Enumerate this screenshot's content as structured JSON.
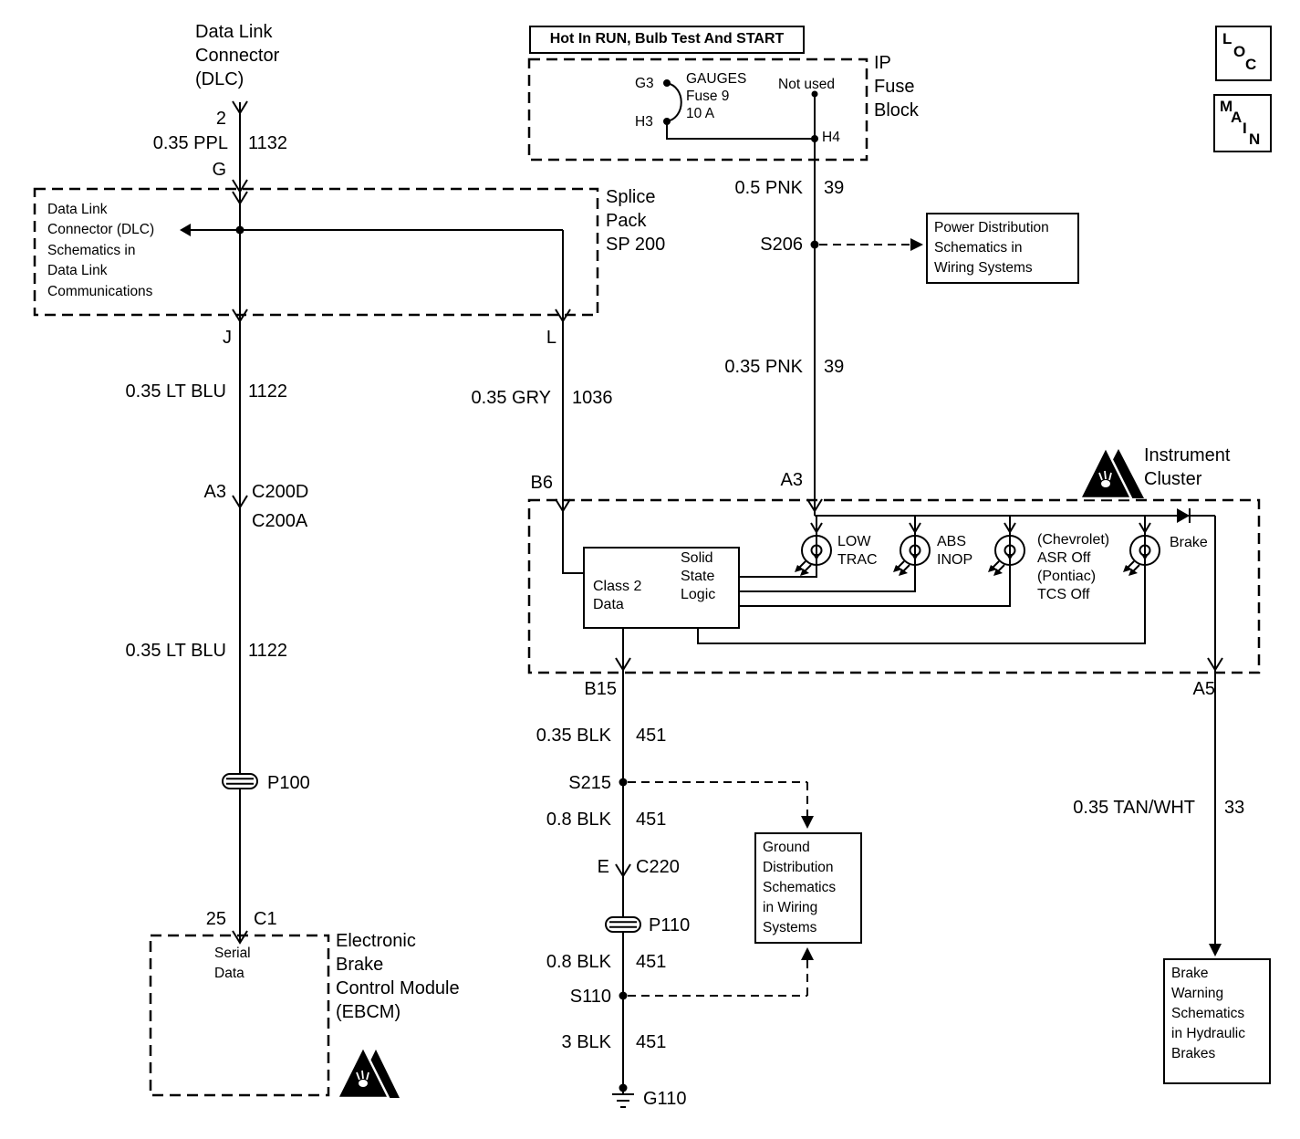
{
  "nav": {
    "loc": [
      "L",
      "O",
      "C"
    ],
    "main": [
      "M",
      "A",
      "I",
      "N"
    ]
  },
  "dlc": {
    "title": "Data Link\nConnector\n(DLC)",
    "pin_2": "2",
    "pin_g": "G",
    "wire_label": "0.35 PPL",
    "wire_circuit": "1132"
  },
  "splice_pack": {
    "note": "Data Link\nConnector (DLC)\nSchematics in\nData Link\nCommunications",
    "label": "Splice\nPack\nSP 200",
    "pin_j": "J",
    "pin_l": "L"
  },
  "fuse_block": {
    "header": "Hot In RUN, Bulb Test And START",
    "label": "IP\nFuse\nBlock",
    "pin_g3": "G3",
    "pin_h3": "H3",
    "pin_h4": "H4",
    "fuse_line1": "GAUGES",
    "fuse_line2": "Fuse 9",
    "fuse_line3": "10 A",
    "not_used": "Not used"
  },
  "wires": {
    "pnk05": {
      "label": "0.5 PNK",
      "circuit": "39"
    },
    "pnk035": {
      "label": "0.35 PNK",
      "circuit": "39"
    },
    "ltblu1": {
      "label": "0.35 LT BLU",
      "circuit": "1122"
    },
    "ltblu2": {
      "label": "0.35 LT BLU",
      "circuit": "1122"
    },
    "gry": {
      "label": "0.35 GRY",
      "circuit": "1036"
    },
    "blk035": {
      "label": "0.35 BLK",
      "circuit": "451"
    },
    "blk08a": {
      "label": "0.8 BLK",
      "circuit": "451"
    },
    "blk08b": {
      "label": "0.8 BLK",
      "circuit": "451"
    },
    "blk3": {
      "label": "3 BLK",
      "circuit": "451"
    },
    "tanwht": {
      "label": "0.35 TAN/WHT",
      "circuit": "33"
    }
  },
  "splices": {
    "s206": "S206",
    "s215": "S215",
    "s110": "S110"
  },
  "grommets": {
    "p100": "P100",
    "p110": "P110"
  },
  "connectors": {
    "c200_pin": "A3",
    "c200d": "C200D",
    "c200a": "C200A",
    "c220_pin": "E",
    "c220": "C220",
    "c1_pin": "25",
    "c1": "C1",
    "b6": "B6",
    "a3": "A3",
    "b15": "B15",
    "a5": "A5"
  },
  "ground": {
    "g110": "G110"
  },
  "cluster": {
    "label": "Instrument\nCluster",
    "class2": "Class 2\nData",
    "logic": "Solid\nState\nLogic",
    "lamps": [
      "LOW\nTRAC",
      "ABS\nINOP",
      "(Chevrolet)\nASR Off\n(Pontiac)\nTCS Off",
      "Brake"
    ]
  },
  "ebcm": {
    "label": "Electronic\nBrake\nControl Module\n(EBCM)",
    "serial": "Serial\nData"
  },
  "refs": {
    "power": "Power Distribution\nSchematics in\nWiring Systems",
    "ground": "Ground\nDistribution\nSchematics\nin Wiring\nSystems",
    "brake": "Brake\nWarning\nSchematics\nin Hydraulic\nBrakes"
  }
}
